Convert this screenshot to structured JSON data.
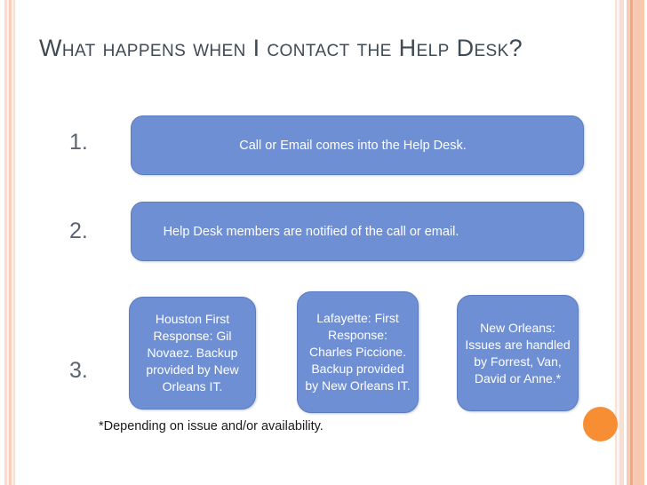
{
  "slide": {
    "title": "What happens when I contact the Help Desk?",
    "footnote": "*Depending on issue and/or availability."
  },
  "theme": {
    "accent_blue": "#6E8FD4",
    "accent_blue_border": "#5B7CC0",
    "title_color": "#3F4A54",
    "number_color": "#5A6570",
    "accent_orange": "#F78E33",
    "band_peach": "#F8C8AF",
    "background": "#FFFFFF"
  },
  "steps": [
    {
      "number": "1.",
      "boxes": [
        {
          "text": "Call or Email comes into the Help Desk."
        }
      ]
    },
    {
      "number": "2.",
      "boxes": [
        {
          "text": "Help Desk members are notified of the call or email."
        }
      ]
    },
    {
      "number": "3.",
      "boxes": [
        {
          "text": "Houston First Response: Gil Novaez. Backup provided by New Orleans IT."
        },
        {
          "text": "Lafayette: First Response: Charles Piccione. Backup provided by New Orleans IT."
        },
        {
          "text": "New Orleans: Issues are handled by Forrest, Van, David or Anne.*"
        }
      ]
    }
  ],
  "decor": {
    "orange_dot": "orange-circle-accent",
    "left_band": "peach-stripe-band",
    "right_band": "peach-stripe-band"
  }
}
